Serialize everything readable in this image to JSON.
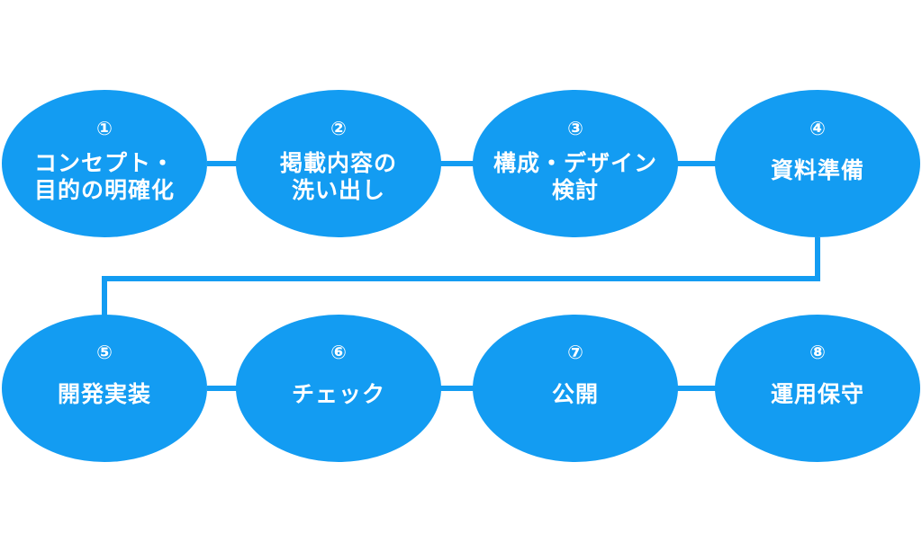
{
  "colors": {
    "node_fill": "#139CF2",
    "connector": "#139CF2",
    "text": "#FFFFFF",
    "background": "#FFFFFF"
  },
  "steps": [
    {
      "number": "①",
      "label": "コンセプト・\n目的の明確化"
    },
    {
      "number": "②",
      "label": "掲載内容の\n洗い出し"
    },
    {
      "number": "③",
      "label": "構成・デザイン\n検討"
    },
    {
      "number": "④",
      "label": "資料準備"
    },
    {
      "number": "⑤",
      "label": "開発実装"
    },
    {
      "number": "⑥",
      "label": "チェック"
    },
    {
      "number": "⑦",
      "label": "公開"
    },
    {
      "number": "⑧",
      "label": "運用保守"
    }
  ]
}
